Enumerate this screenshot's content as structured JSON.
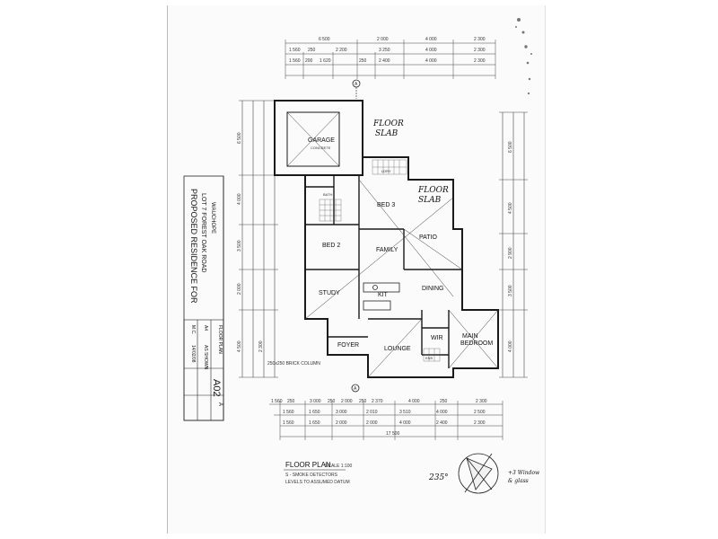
{
  "rooms": {
    "garage": "GARAGE",
    "garage_sub": "CONCRETE",
    "bed3": "BED 3",
    "bed2": "BED 2",
    "family": "FAMILY",
    "patio": "PATIO",
    "study": "STUDY",
    "kit": "KIT",
    "dining": "DINING",
    "lounge": "LOUNGE",
    "main_bedroom": "MAIN BEDROOM",
    "wir": "WIR",
    "foyer": "FOYER",
    "ens": "ENS",
    "bath": "BATH",
    "ldry": "LDRY"
  },
  "handwritten": {
    "floor_slab_top": [
      "FLOOR",
      "SLAB"
    ],
    "floor_slab_right": [
      "FLOOR",
      "SLAB"
    ],
    "bearing": "235°",
    "side_note": [
      "+3 Window",
      "& glass"
    ]
  },
  "dims": {
    "top_row1": [
      "6 500",
      "2 000",
      "4 000",
      "2 300"
    ],
    "top_row2": [
      "1 560",
      "250",
      "2 200",
      "3 250",
      "4 000",
      "2 300"
    ],
    "top_row3": [
      "1 560",
      "200",
      "1 620",
      "250",
      "2 400",
      "4 000",
      "2 300"
    ],
    "bottom_row1": [
      "1 560",
      "250",
      "3 000",
      "250",
      "2 000",
      "250",
      "2 370",
      "4 000",
      "250",
      "2 300"
    ],
    "bottom_row2": [
      "1 560",
      "1 650",
      "3 000",
      "2 010",
      "3 510",
      "4 000",
      "2 500"
    ],
    "bottom_row3": [
      "1 560",
      "1 650",
      "2 000",
      "2 000",
      "4 000",
      "2 400",
      "2 300"
    ],
    "total": "17 500",
    "left_col": [
      "6 500",
      "4 000",
      "3 500",
      "2 000",
      "4 500",
      "2 300"
    ],
    "right_col": [
      "6 500",
      "4 500",
      "2 900",
      "3 500",
      "4 000"
    ]
  },
  "section_marks": [
    "A",
    "A"
  ],
  "notes": {
    "smoke": "S - SMOKE DETECTORS",
    "levels": "LEVELS TO ASSUMED DATUM",
    "brick_column": "250x250 BRICK COLUMN"
  },
  "title": {
    "heading": "FLOOR PLAN",
    "scale": "SCALE 1:100"
  },
  "titleblock": {
    "project": "PROPOSED RESIDENCE FOR",
    "lot": "LOT 7 FOREST OAK ROAD",
    "town": "WAUCHOPE",
    "drawn": "M.C.",
    "sheet_size": "A4",
    "date": "14/02/08",
    "scale": "AS SHOWN",
    "drawing_title": "FLOOR PLAN",
    "drawing_no": "A02",
    "revision": "A"
  }
}
